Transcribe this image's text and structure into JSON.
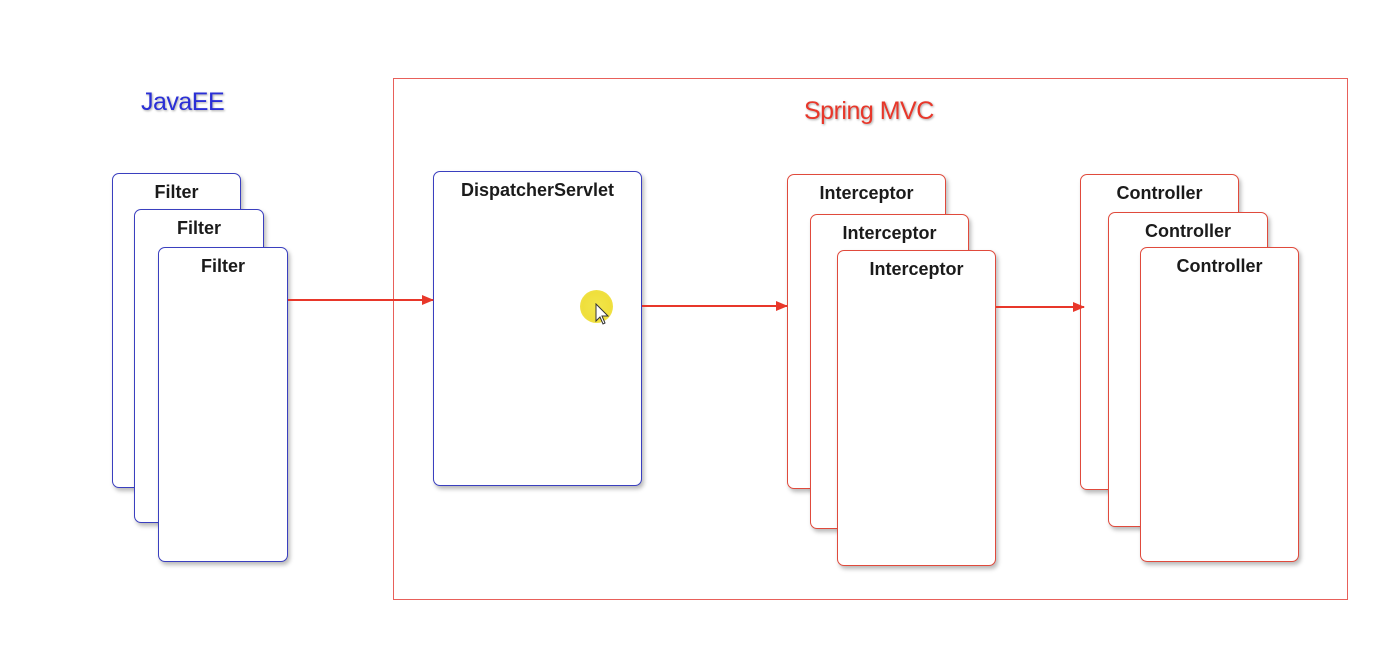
{
  "javaee": {
    "title": "JavaEE",
    "filters": [
      "Filter",
      "Filter",
      "Filter"
    ]
  },
  "spring": {
    "title": "Spring MVC",
    "dispatcher": "DispatcherServlet",
    "interceptors": [
      "Interceptor",
      "Interceptor",
      "Interceptor"
    ],
    "controllers": [
      "Controller",
      "Controller",
      "Controller"
    ]
  },
  "colors": {
    "javaee_accent": "#2a2fd6",
    "spring_accent": "#e8372a",
    "arrow": "#e8372a"
  }
}
